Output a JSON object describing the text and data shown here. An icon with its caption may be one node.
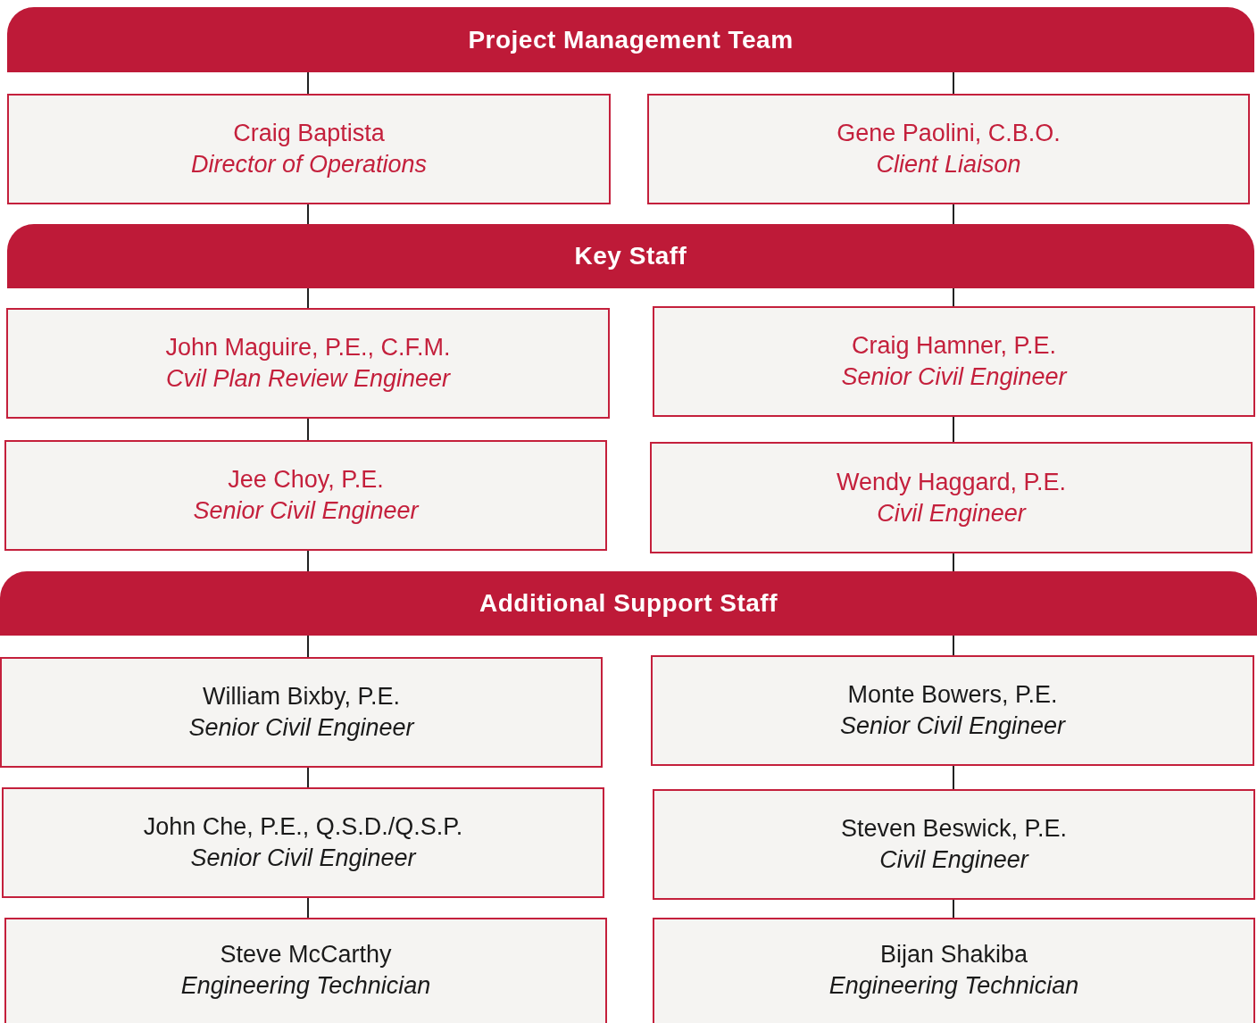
{
  "diagram": {
    "nodes": [
      {
        "text": [
          "Project Management Team"
        ]
      },
      {
        "text": [
          "Craig Baptista",
          "Director of Operations"
        ]
      },
      {
        "text": [
          "Gene Paolini, C.B.O.",
          "Client Liaison"
        ]
      },
      {
        "text": [
          "Key Staff"
        ]
      },
      {
        "text": [
          "John Maguire, P.E., C.F.M.",
          "Cvil Plan Review Engineer"
        ]
      },
      {
        "text": [
          "Craig Hamner, P.E.",
          "Senior Civil Engineer"
        ]
      },
      {
        "text": [
          "Jee Choy, P.E.",
          "Senior Civil Engineer"
        ]
      },
      {
        "text": [
          "Wendy Haggard, P.E.",
          "Civil Engineer"
        ]
      },
      {
        "text": [
          "Additional Support Staff"
        ]
      },
      {
        "text": [
          "William Bixby, P.E.",
          "Senior Civil Engineer"
        ]
      },
      {
        "text": [
          "Monte Bowers, P.E.",
          "Senior Civil Engineer"
        ]
      },
      {
        "text": [
          "John Che, P.E., Q.S.D./Q.S.P.",
          "Senior Civil Engineer"
        ]
      },
      {
        "text": [
          "Steven Beswick, P.E.",
          "Civil Engineer"
        ]
      },
      {
        "text": [
          "Steve McCarthy",
          "Engineering Technician"
        ]
      },
      {
        "text": [
          "Bijan Shakiba",
          "Engineering Technician"
        ]
      }
    ],
    "edges": [
      {
        "from": 0,
        "to": 1,
        "arrow": "none"
      },
      {
        "from": 0,
        "to": 2,
        "arrow": "none"
      },
      {
        "from": 1,
        "to": 3,
        "arrow": "none"
      },
      {
        "from": 2,
        "to": 3,
        "arrow": "none"
      },
      {
        "from": 3,
        "to": 4,
        "arrow": "none"
      },
      {
        "from": 3,
        "to": 5,
        "arrow": "none"
      },
      {
        "from": 4,
        "to": 6,
        "arrow": "none"
      },
      {
        "from": 5,
        "to": 7,
        "arrow": "none"
      },
      {
        "from": 6,
        "to": 8,
        "arrow": "none"
      },
      {
        "from": 7,
        "to": 8,
        "arrow": "none"
      },
      {
        "from": 8,
        "to": 9,
        "arrow": "none"
      },
      {
        "from": 8,
        "to": 10,
        "arrow": "none"
      },
      {
        "from": 9,
        "to": 11,
        "arrow": "none"
      },
      {
        "from": 10,
        "to": 12,
        "arrow": "none"
      },
      {
        "from": 11,
        "to": 13,
        "arrow": "none"
      },
      {
        "from": 12,
        "to": 14,
        "arrow": "none"
      }
    ]
  }
}
